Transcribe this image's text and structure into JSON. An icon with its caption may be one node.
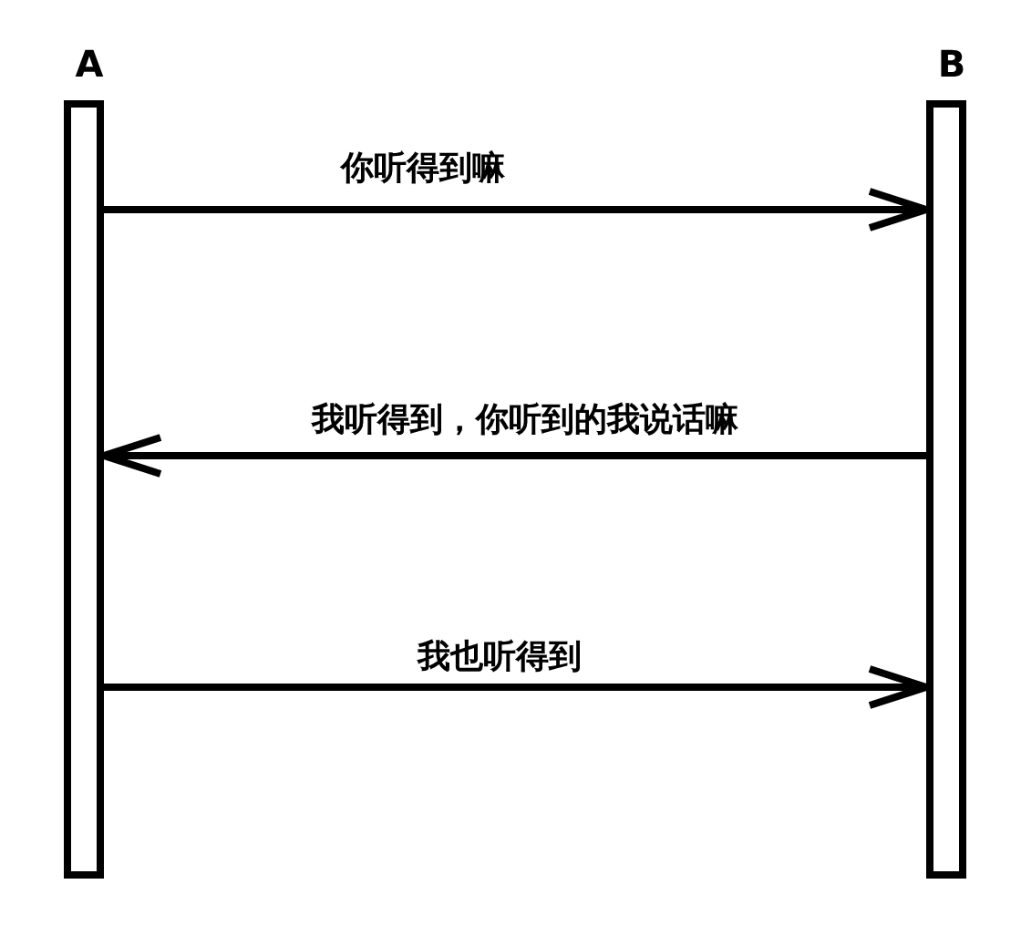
{
  "diagram": {
    "nodes": [
      {
        "text": [
          "A"
        ]
      },
      {
        "text": [
          "B"
        ]
      }
    ],
    "edges": [
      {
        "from": 0,
        "to": 1,
        "arrow": "to",
        "label": "你听得到嘛"
      },
      {
        "from": 1,
        "to": 0,
        "arrow": "to",
        "label": "我听得到，你听到的我说话嘛"
      },
      {
        "from": 0,
        "to": 1,
        "arrow": "to",
        "label": "我也听得到"
      }
    ]
  }
}
